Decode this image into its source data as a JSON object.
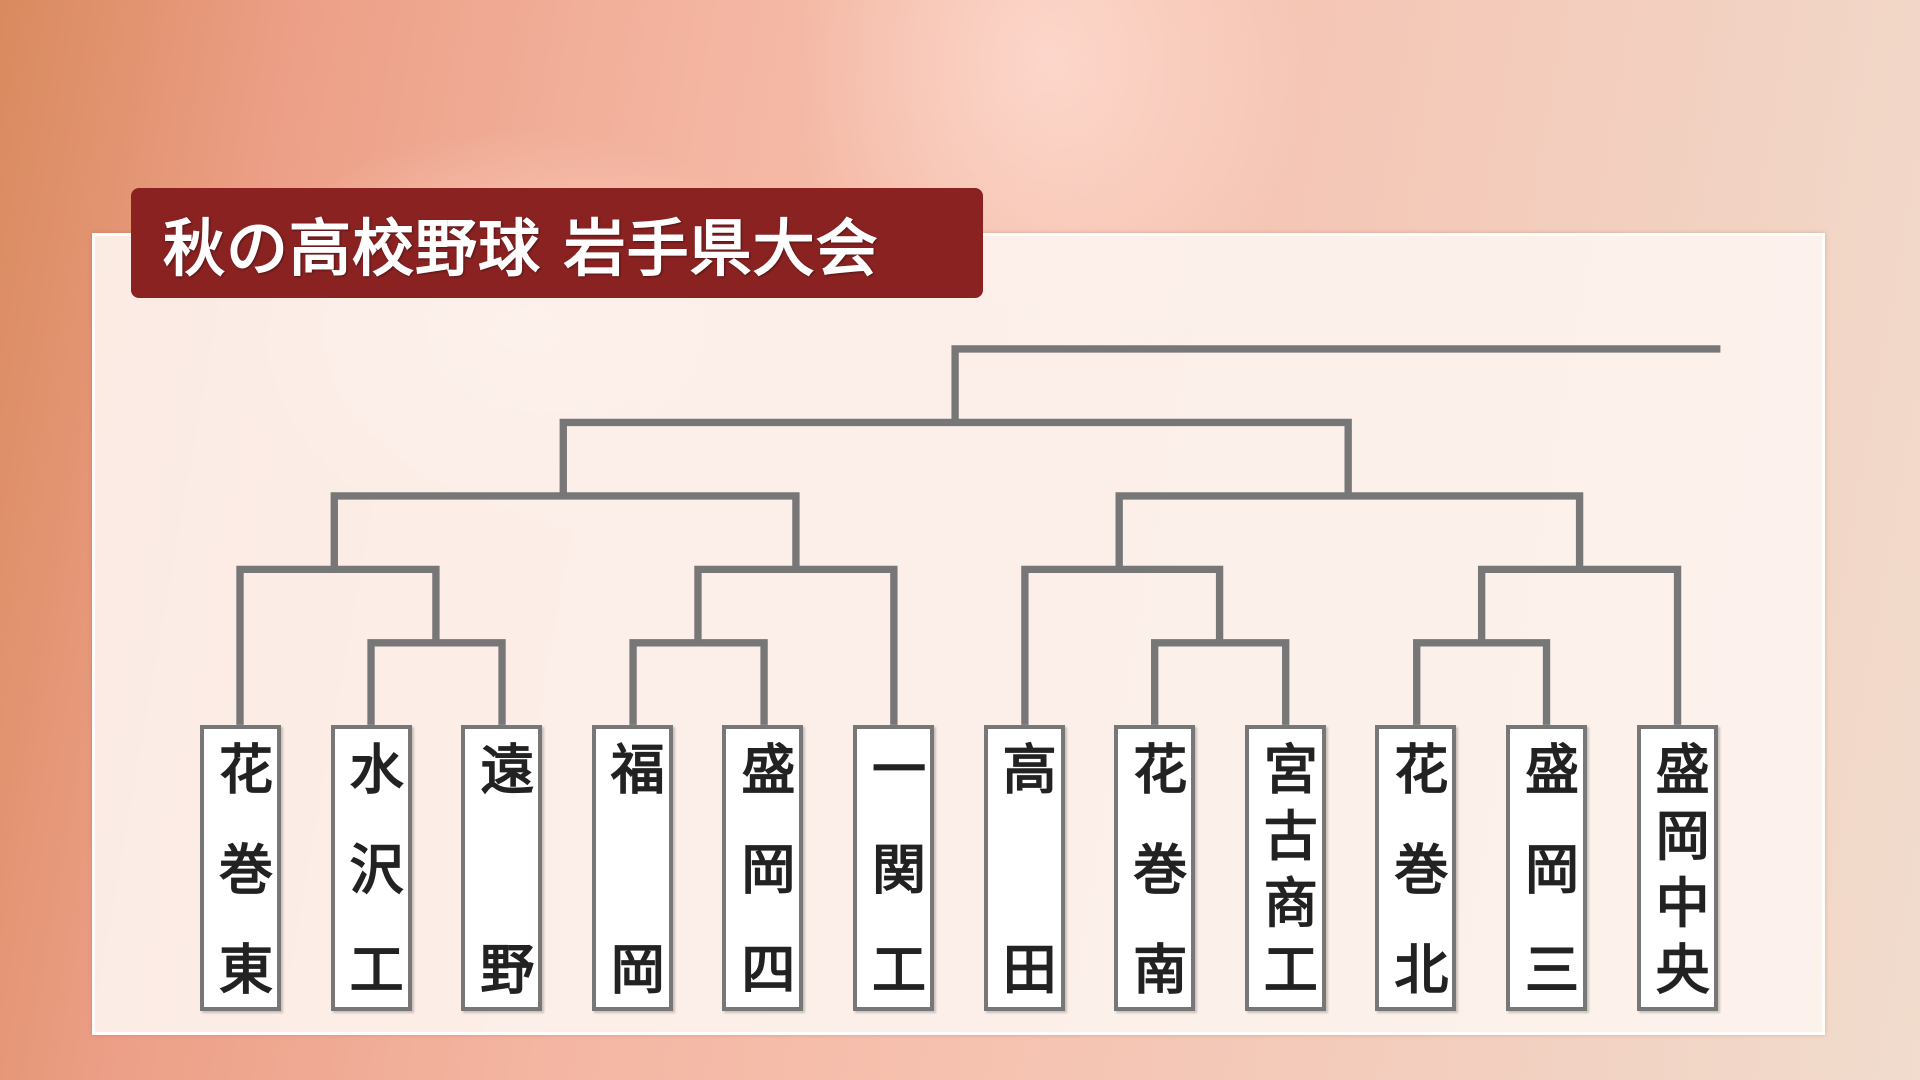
{
  "title": "秋の高校野球 岩手県大会",
  "colors": {
    "title_bg": "#8a2222",
    "bracket_line": "#777777"
  },
  "teams": [
    {
      "name": "花巻東"
    },
    {
      "name": "水沢工"
    },
    {
      "name": "遠野"
    },
    {
      "name": "福岡"
    },
    {
      "name": "盛岡四"
    },
    {
      "name": "一関工"
    },
    {
      "name": "高田"
    },
    {
      "name": "花巻南"
    },
    {
      "name": "宮古商工"
    },
    {
      "name": "花巻北"
    },
    {
      "name": "盛岡三"
    },
    {
      "name": "盛岡中央"
    }
  ]
}
